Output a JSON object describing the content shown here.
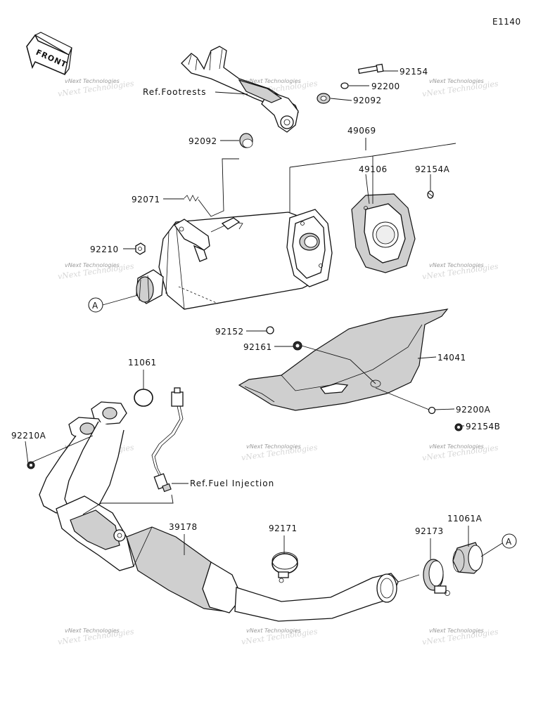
{
  "code": "E1140",
  "front_label": "FRONT",
  "callout_a": "A",
  "watermark": "vNext Technologies",
  "refs": {
    "footrests": "Ref.Footrests",
    "fuel_injection": "Ref.Fuel Injection"
  },
  "parts": {
    "p92154": "92154",
    "p92200": "92200",
    "p92092_upper": "92092",
    "p92092_lower": "92092",
    "p49069": "49069",
    "p49106": "49106",
    "p92154A": "92154A",
    "p92071": "92071",
    "p92210": "92210",
    "p92152": "92152",
    "p92161": "92161",
    "p14041": "14041",
    "p11061": "11061",
    "p92200A": "92200A",
    "p92154B": "92154B",
    "p92210A": "92210A",
    "p39178": "39178",
    "p92171": "92171",
    "p92173": "92173",
    "p11061A": "11061A"
  }
}
